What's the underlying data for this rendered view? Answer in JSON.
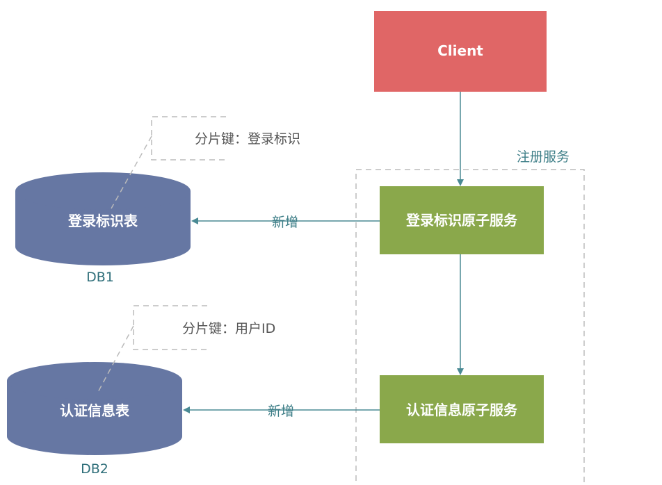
{
  "colors": {
    "client": "#e06666",
    "service": "#8aa84b",
    "db": "#6677a3",
    "arrow": "#4a8a94",
    "dashed": "#bbbbbb"
  },
  "client": {
    "label": "Client"
  },
  "registration_service": {
    "label": "注册服务"
  },
  "services": {
    "login_id": {
      "label": "登录标识原子服务"
    },
    "auth_info": {
      "label": "认证信息原子服务"
    }
  },
  "databases": {
    "db1": {
      "table_label": "登录标识表",
      "name": "DB1"
    },
    "db2": {
      "table_label": "认证信息表",
      "name": "DB2"
    }
  },
  "notes": {
    "db1_shard_key": "分片键：登录标识",
    "db2_shard_key": "分片键：用户ID"
  },
  "edges": {
    "login_to_db1": "新增",
    "auth_to_db2": "新增"
  }
}
